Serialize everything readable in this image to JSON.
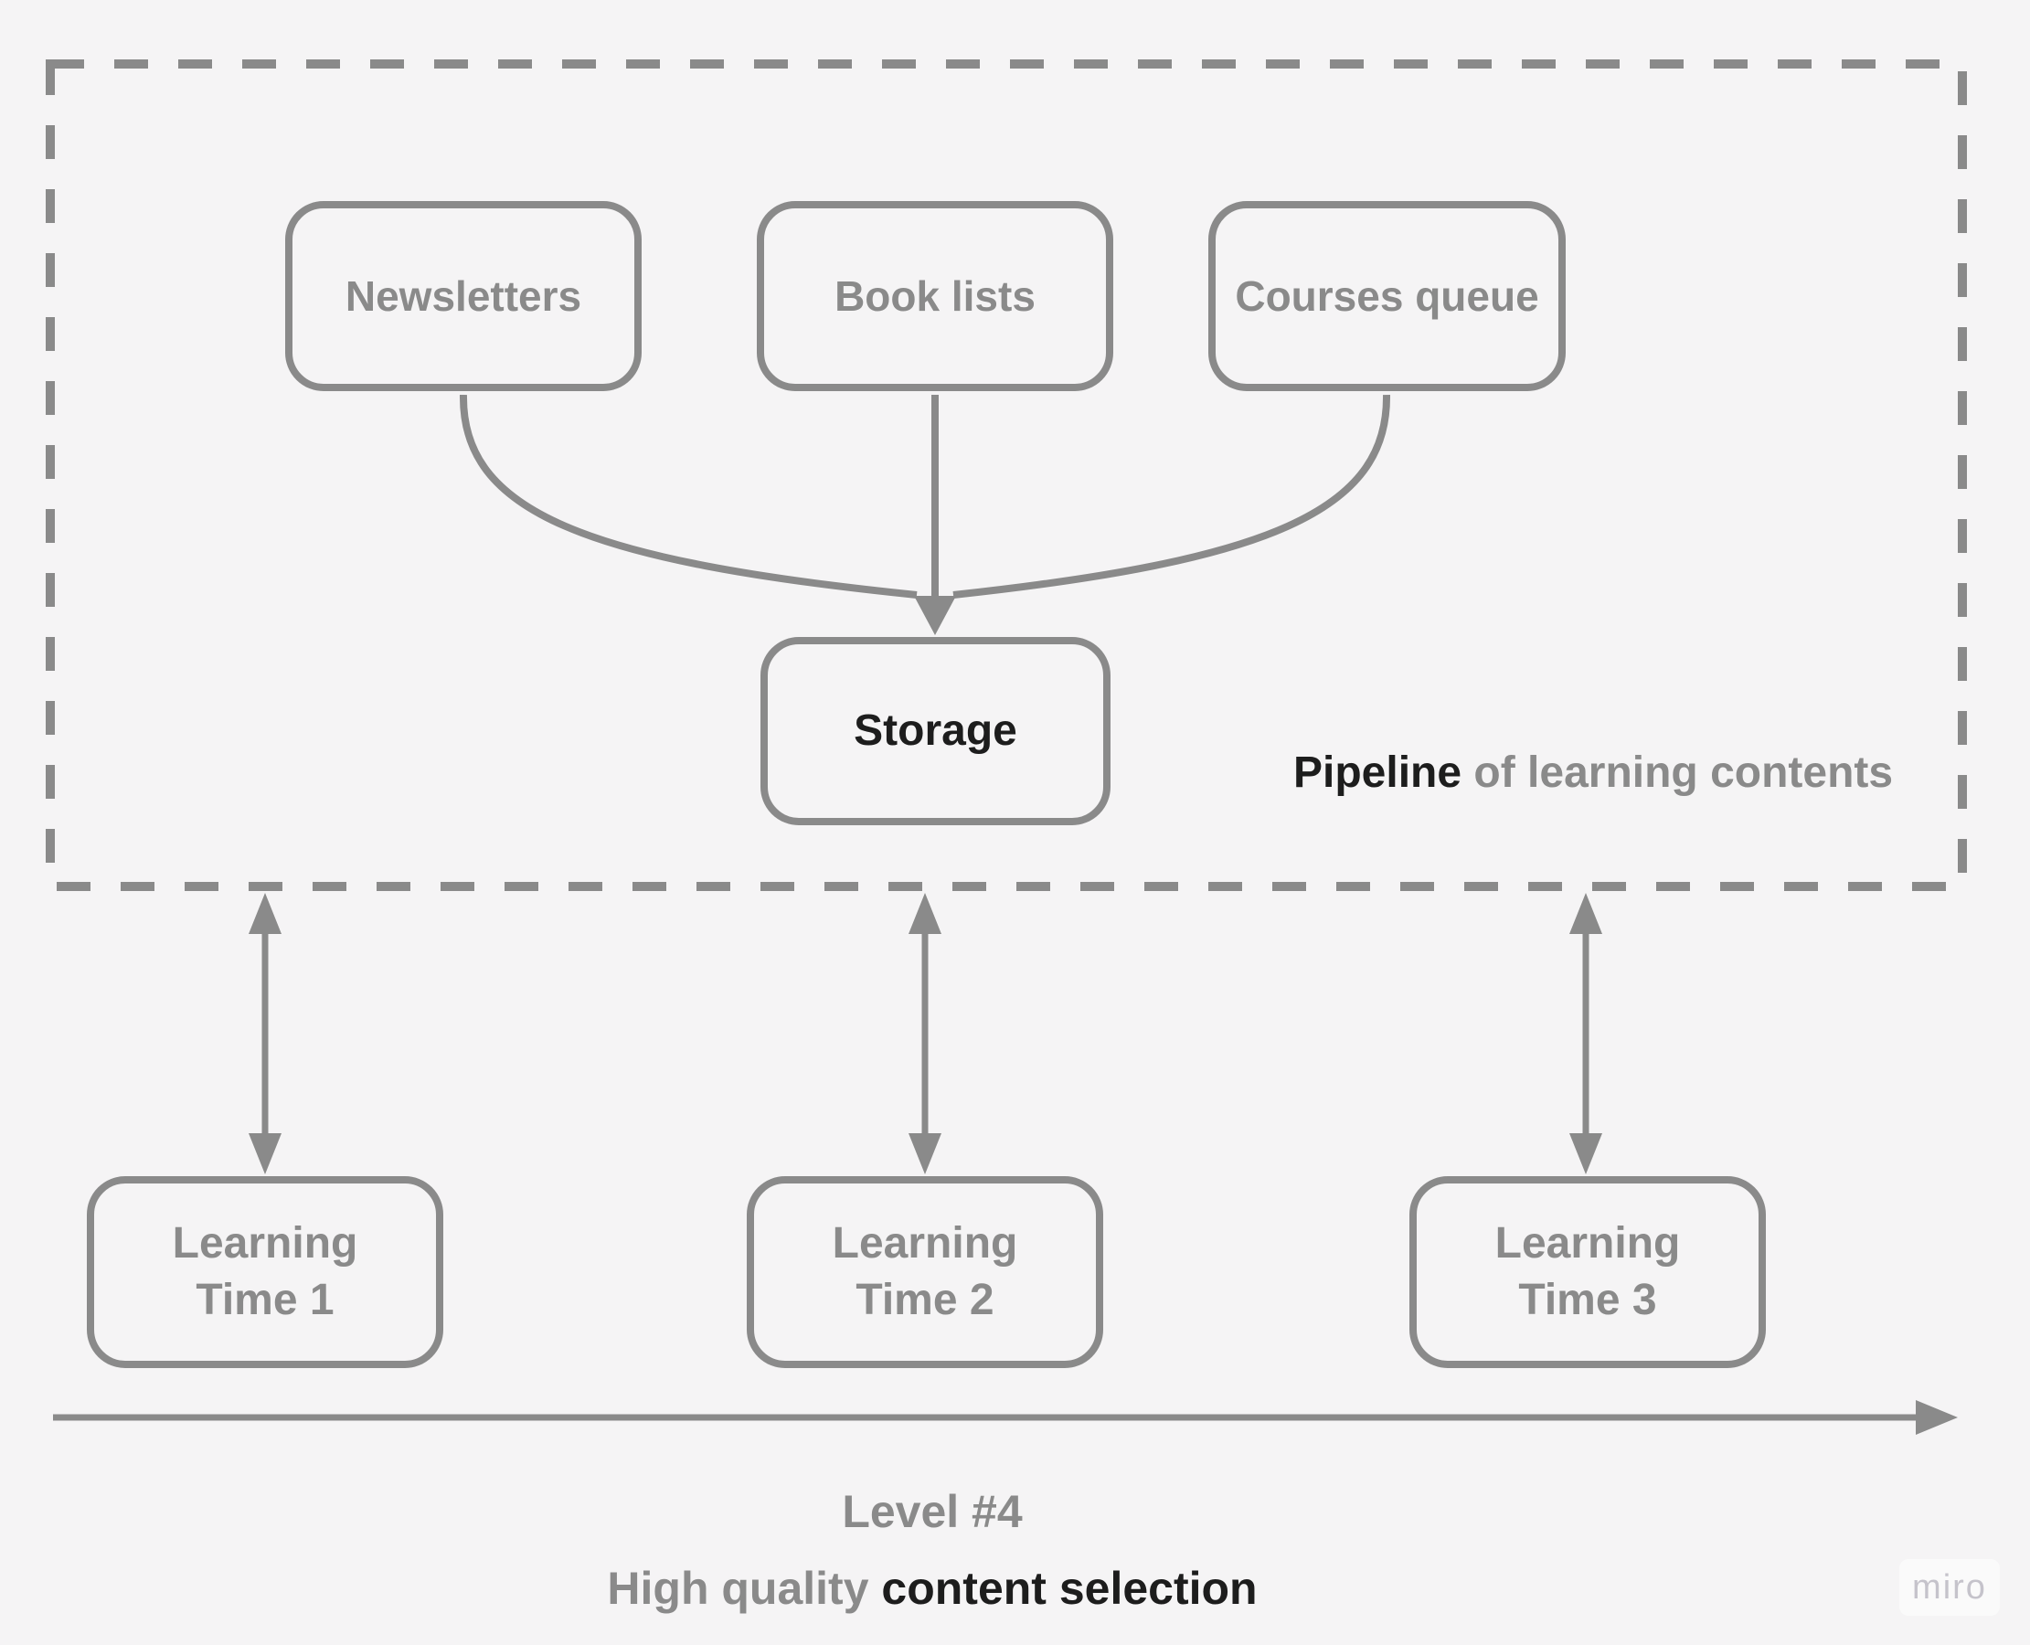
{
  "diagram": {
    "pipeline_box": {
      "sources": [
        {
          "label": "Newsletters"
        },
        {
          "label": "Book lists"
        },
        {
          "label": "Courses queue"
        }
      ],
      "storage_label": "Storage",
      "caption_bold": "Pipeline",
      "caption_rest": " of learning contents"
    },
    "learning_times": [
      {
        "line1": "Learning",
        "line2": "Time 1"
      },
      {
        "line1": "Learning",
        "line2": "Time 2"
      },
      {
        "line1": "Learning",
        "line2": "Time 3"
      }
    ],
    "footer": {
      "line1": "Level #4",
      "line2_gray": "High quality ",
      "line2_dark": "content selection"
    },
    "watermark": "miro",
    "colors": {
      "stroke_gray": "#8a8a8a",
      "text_dark": "#1d1d1d",
      "background": "#f5f4f5",
      "watermark_text": "#c5c3cb"
    }
  }
}
